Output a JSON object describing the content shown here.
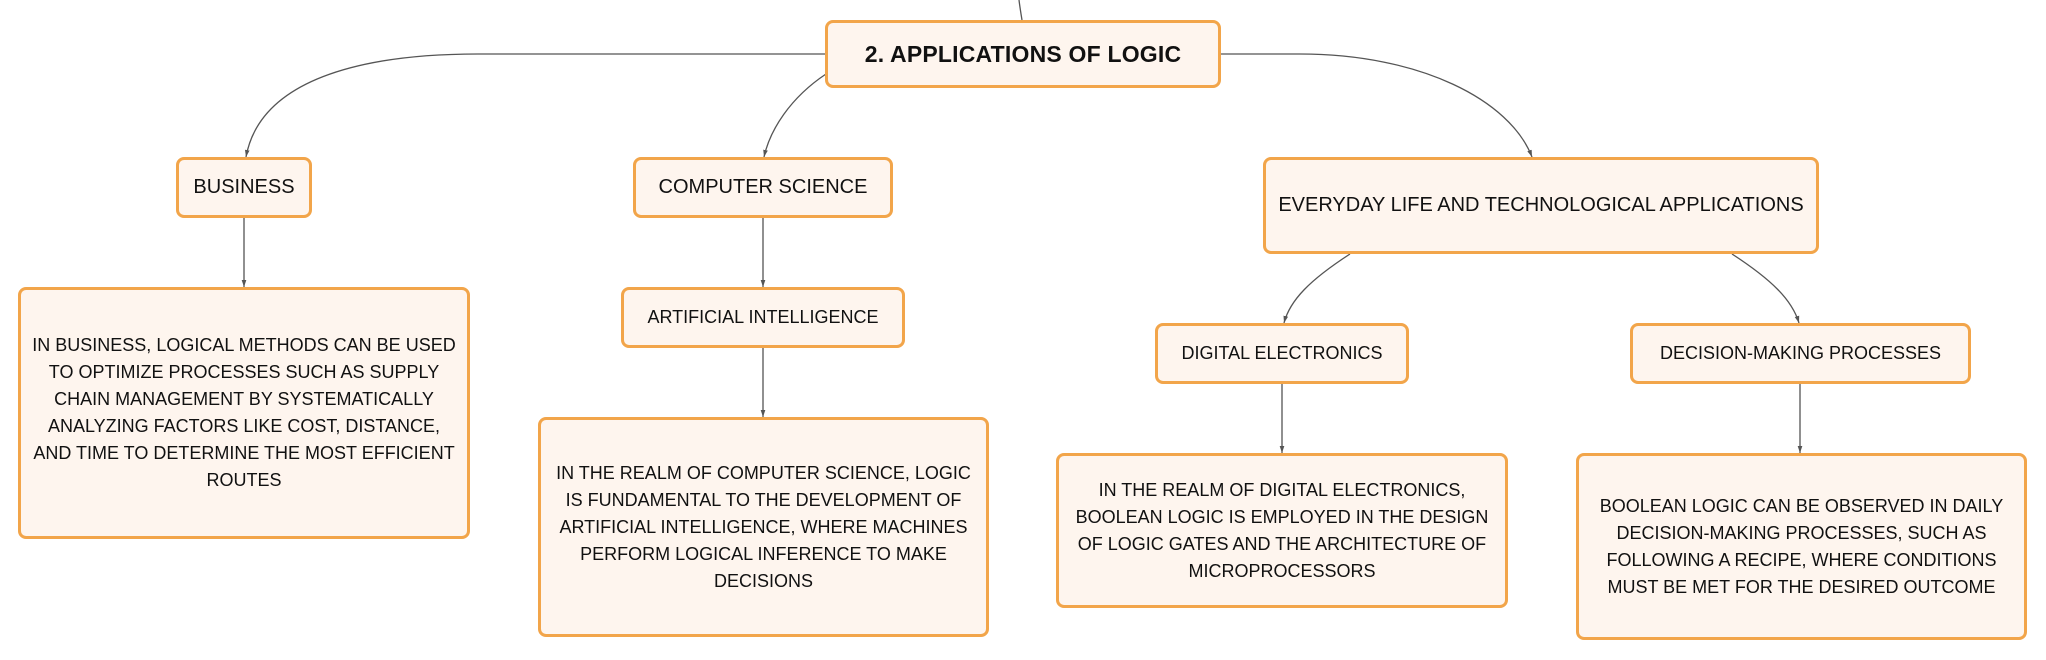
{
  "colors": {
    "node_fill": "#fef5ee",
    "node_border": "#f2a54a",
    "connector": "#555555",
    "text": "#111111"
  },
  "root": {
    "label": "2. APPLICATIONS OF LOGIC"
  },
  "branches": {
    "business": {
      "label": "BUSINESS",
      "description": "IN BUSINESS, LOGICAL METHODS CAN BE USED TO OPTIMIZE PROCESSES SUCH AS SUPPLY CHAIN MANAGEMENT BY SYSTEMATICALLY ANALYZING FACTORS LIKE COST, DISTANCE, AND TIME TO DETERMINE THE MOST EFFICIENT ROUTES"
    },
    "computer_science": {
      "label": "COMPUTER SCIENCE",
      "child": {
        "label": "ARTIFICIAL INTELLIGENCE",
        "description": "IN THE REALM OF COMPUTER SCIENCE, LOGIC IS FUNDAMENTAL TO THE DEVELOPMENT OF ARTIFICIAL INTELLIGENCE, WHERE MACHINES PERFORM LOGICAL INFERENCE TO MAKE DECISIONS"
      }
    },
    "everyday": {
      "label": "EVERYDAY LIFE AND TECHNOLOGICAL APPLICATIONS",
      "children": {
        "digital_electronics": {
          "label": "DIGITAL ELECTRONICS",
          "description": "IN THE REALM OF DIGITAL ELECTRONICS, BOOLEAN LOGIC IS EMPLOYED IN THE DESIGN OF LOGIC GATES AND THE ARCHITECTURE OF MICROPROCESSORS"
        },
        "decision_making": {
          "label": "DECISION-MAKING PROCESSES",
          "description": "BOOLEAN LOGIC CAN BE OBSERVED IN DAILY DECISION-MAKING PROCESSES, SUCH AS FOLLOWING A RECIPE, WHERE CONDITIONS MUST BE MET FOR THE DESIRED OUTCOME"
        }
      }
    }
  }
}
